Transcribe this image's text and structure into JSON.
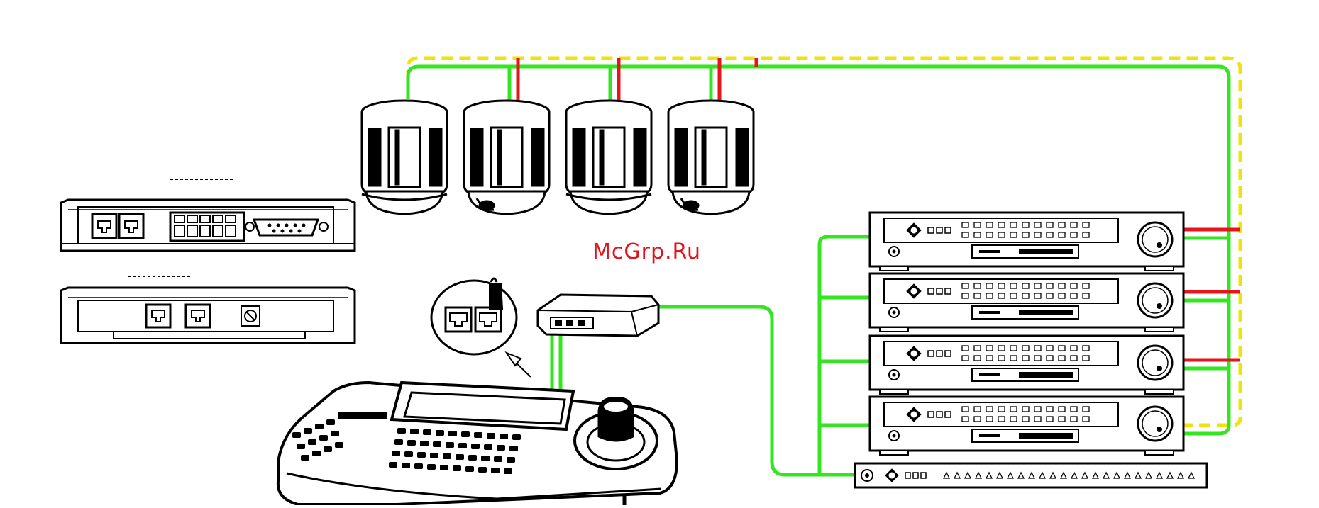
{
  "watermark": "McGrp.Ru",
  "colors": {
    "data_line": "#33e61f",
    "video_line": "#e8141c",
    "power_line": "#f2e20c",
    "outline": "#000000"
  },
  "components": {
    "domes": [
      "dome-camera",
      "dome-camera",
      "dome-camera",
      "dome-camera"
    ],
    "dvrs": [
      "dvr-unit",
      "dvr-unit",
      "dvr-unit",
      "dvr-unit"
    ],
    "others": [
      "rear-panel-rj45-terminal-db9",
      "rear-panel-rj45-power",
      "rs485-interface-box",
      "control-keyboard-with-joystick",
      "video-matrix-switcher"
    ]
  }
}
